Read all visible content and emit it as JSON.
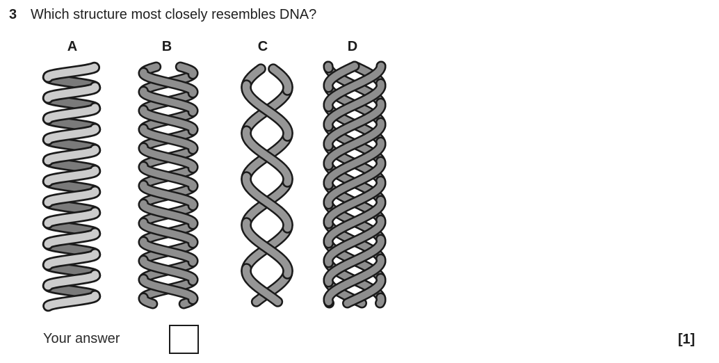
{
  "question": {
    "number": "3",
    "text": "Which structure most closely resembles DNA?"
  },
  "structures": [
    {
      "label": "A",
      "icon": "single-helix-spring-icon"
    },
    {
      "label": "B",
      "icon": "tight-double-helix-icon"
    },
    {
      "label": "C",
      "icon": "loose-double-helix-icon"
    },
    {
      "label": "D",
      "icon": "multi-strand-rope-helix-icon"
    }
  ],
  "answer": {
    "label": "Your answer",
    "value": ""
  },
  "marks": "[1]",
  "colors": {
    "ink": "#1a1a1a",
    "strand_gray": "#8e8e8e",
    "strand_gray_loose": "#969696",
    "spring_light": "#cccccc",
    "spring_dark": "#7a7a7a",
    "background": "#ffffff"
  }
}
